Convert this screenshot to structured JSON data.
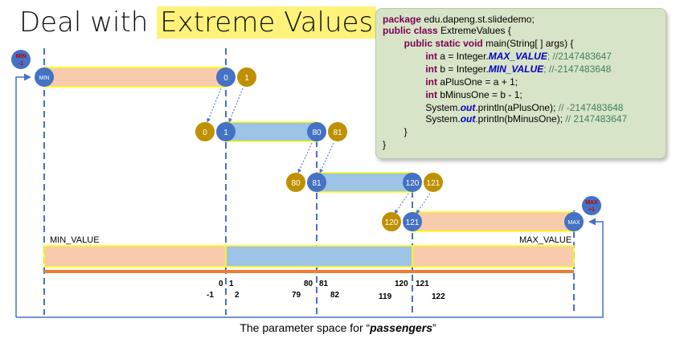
{
  "title": {
    "plain": "Deal with ",
    "highlight": "Extreme Values"
  },
  "code": {
    "lines": [
      [
        {
          "t": "package",
          "c": "kw"
        },
        {
          "t": " edu.dapeng.st.slidedemo;"
        }
      ],
      [
        {
          "t": "public",
          "c": "kw"
        },
        {
          "t": " "
        },
        {
          "t": "class",
          "c": "kw"
        },
        {
          "t": " ExtremeValues {"
        }
      ],
      [
        {
          "t": "        "
        },
        {
          "t": "public",
          "c": "kw"
        },
        {
          "t": " "
        },
        {
          "t": "static",
          "c": "kw"
        },
        {
          "t": " "
        },
        {
          "t": "void",
          "c": "kw"
        },
        {
          "t": " main(String[ ] args) {"
        }
      ],
      [
        {
          "t": "                "
        },
        {
          "t": "int",
          "c": "kw"
        },
        {
          "t": " a = Integer."
        },
        {
          "t": "MAX_VALUE",
          "c": "const"
        },
        {
          "t": "; //2147483647",
          "c": "cm"
        }
      ],
      [
        {
          "t": "                "
        },
        {
          "t": "int",
          "c": "kw"
        },
        {
          "t": " b = Integer."
        },
        {
          "t": "MIN_VALUE",
          "c": "const"
        },
        {
          "t": "; //-2147483648",
          "c": "cm"
        }
      ],
      [
        {
          "t": "                "
        },
        {
          "t": "int",
          "c": "kw"
        },
        {
          "t": " aPlusOne = a + 1;"
        }
      ],
      [
        {
          "t": "                "
        },
        {
          "t": "int",
          "c": "kw"
        },
        {
          "t": " bMinusOne = b - 1;"
        }
      ],
      [
        {
          "t": "                System."
        },
        {
          "t": "out",
          "c": "out"
        },
        {
          "t": ".println(aPlusOne); "
        },
        {
          "t": "// -2147483648",
          "c": "cm"
        }
      ],
      [
        {
          "t": "                System."
        },
        {
          "t": "out",
          "c": "out"
        },
        {
          "t": ".println(bMinusOne); "
        },
        {
          "t": "// 2147483647",
          "c": "cm"
        }
      ],
      [
        {
          "t": "        }"
        }
      ],
      [
        {
          "t": "}"
        }
      ]
    ]
  },
  "labels": {
    "min_value": "MIN_VALUE",
    "max_value": "MAX_VALUE",
    "min_minus_one": [
      "MIN",
      "-1"
    ],
    "max_plus_one": [
      "MAX",
      "+1"
    ]
  },
  "ranges": [
    {
      "name": "range-1",
      "left_label": "MIN",
      "right_label": "0",
      "outside_label": "1"
    },
    {
      "name": "range-2",
      "left_label": "1",
      "right_label": "80",
      "outside_left": "0",
      "outside_right": "81"
    },
    {
      "name": "range-3",
      "left_label": "81",
      "right_label": "120",
      "outside_left": "80",
      "outside_right": "121"
    },
    {
      "name": "range-4",
      "left_label": "121",
      "right_label": "MAX",
      "outside_left": "120"
    }
  ],
  "ticks": {
    "upper": [
      "0",
      "1",
      "80",
      "81",
      "120",
      "121"
    ],
    "lower": [
      "-1",
      "2",
      "79",
      "82",
      "119",
      "122"
    ]
  },
  "caption": {
    "prefix": "The parameter space for ",
    "open_quote": "“",
    "emphasis": "passengers",
    "close_quote": "”"
  },
  "colors": {
    "orange_fill": "#f8cbad",
    "blue_fill": "#9dc3e6",
    "blue_circle": "#4472c4",
    "gold_circle": "#bf9000",
    "yellow_border": "#ffff00",
    "axis_orange": "#ed7d31",
    "line_blue": "#4472c4",
    "red_text": "#c00000",
    "code_bg": "#d8e4c8",
    "highlight": "#fff27a"
  }
}
